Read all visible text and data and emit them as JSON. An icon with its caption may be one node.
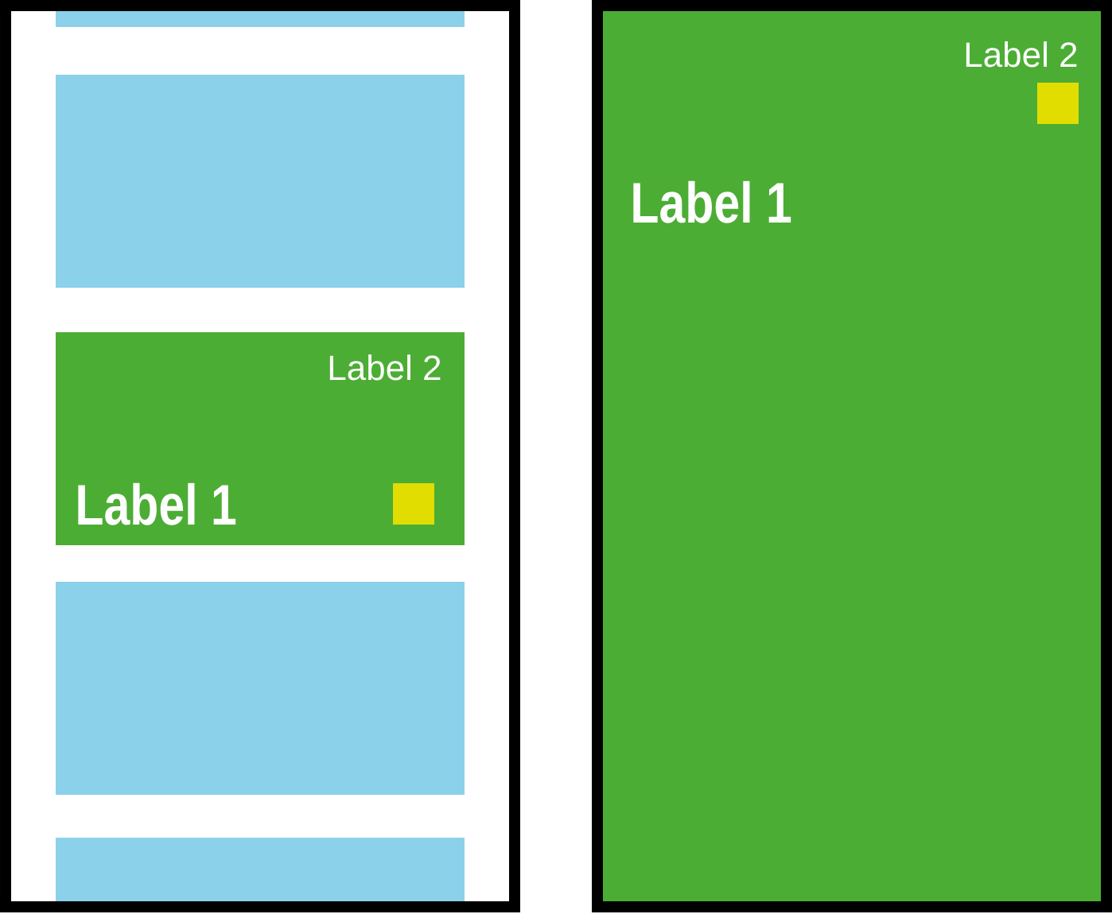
{
  "diagram": {
    "nodes": [
      {
        "text": [],
        "shape": "box"
      },
      {
        "text": [],
        "shape": "box",
        "in": 0
      },
      {
        "text": [],
        "shape": "box",
        "in": 0
      },
      {
        "text": [
          "Label 2",
          "Label 1"
        ],
        "in": 0
      },
      {
        "text": [],
        "shape": "box",
        "in": 0
      },
      {
        "text": [],
        "shape": "box",
        "in": 0
      },
      {
        "text": [
          "Label 2",
          "Label 1"
        ]
      }
    ]
  }
}
